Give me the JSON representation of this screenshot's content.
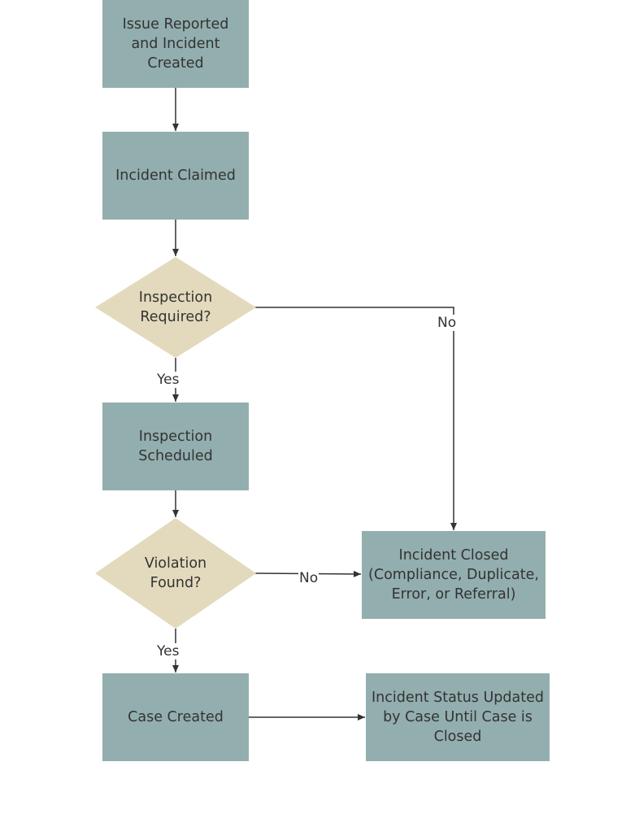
{
  "colors": {
    "process_fill": "#93aeae",
    "decision_fill": "#e3dabd",
    "line": "#333333",
    "text": "#333333"
  },
  "nodes": {
    "issue_reported": "Issue Reported\nand Incident\nCreated",
    "incident_claimed": "Incident Claimed",
    "inspection_required": "Inspection\nRequired?",
    "inspection_scheduled": "Inspection\nScheduled",
    "violation_found": "Violation\nFound?",
    "case_created": "Case Created",
    "incident_closed": "Incident Closed\n(Compliance, Duplicate,\nError, or Referral)",
    "status_updated": "Incident Status Updated\nby Case Until Case is\nClosed"
  },
  "edge_labels": {
    "inspection_yes": "Yes",
    "inspection_no": "No",
    "violation_yes": "Yes",
    "violation_no": "No"
  }
}
